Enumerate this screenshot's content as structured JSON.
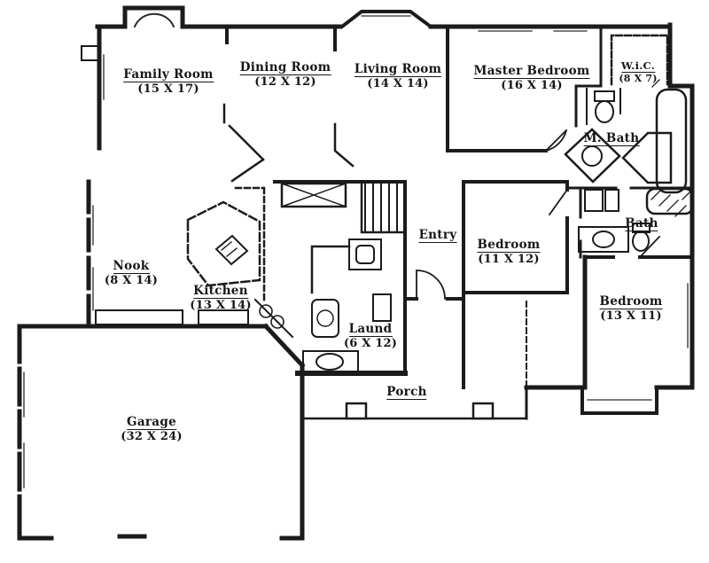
{
  "drawing": {
    "type": "residential-floor-plan",
    "background_color": "#ffffff",
    "ink_color": "#1a1a1a"
  },
  "rooms": [
    {
      "id": "family-room",
      "name": "Family Room",
      "size": "(15 X 17)"
    },
    {
      "id": "dining-room",
      "name": "Dining Room",
      "size": "(12 X 12)"
    },
    {
      "id": "living-room",
      "name": "Living Room",
      "size": "(14 X 14)"
    },
    {
      "id": "master-bedroom",
      "name": "Master Bedroom",
      "size": "(16 X 14)"
    },
    {
      "id": "wic",
      "name": "W.i.C.",
      "size": "(8 X 7)"
    },
    {
      "id": "m-bath",
      "name": "M. Bath",
      "size": ""
    },
    {
      "id": "bath",
      "name": "Bath",
      "size": ""
    },
    {
      "id": "bedroom-east",
      "name": "Bedroom",
      "size": "(11 X 12)"
    },
    {
      "id": "bedroom-southeast",
      "name": "Bedroom",
      "size": "(13 X 11)"
    },
    {
      "id": "entry",
      "name": "Entry",
      "size": ""
    },
    {
      "id": "nook",
      "name": "Nook",
      "size": "(8 X 14)"
    },
    {
      "id": "kitchen",
      "name": "Kitchen",
      "size": "(13 X 14)"
    },
    {
      "id": "laundry",
      "name": "Laund",
      "size": "(6 X 12)"
    },
    {
      "id": "porch",
      "name": "Porch",
      "size": ""
    },
    {
      "id": "garage",
      "name": "Garage",
      "size": "(32 X 24)"
    }
  ]
}
